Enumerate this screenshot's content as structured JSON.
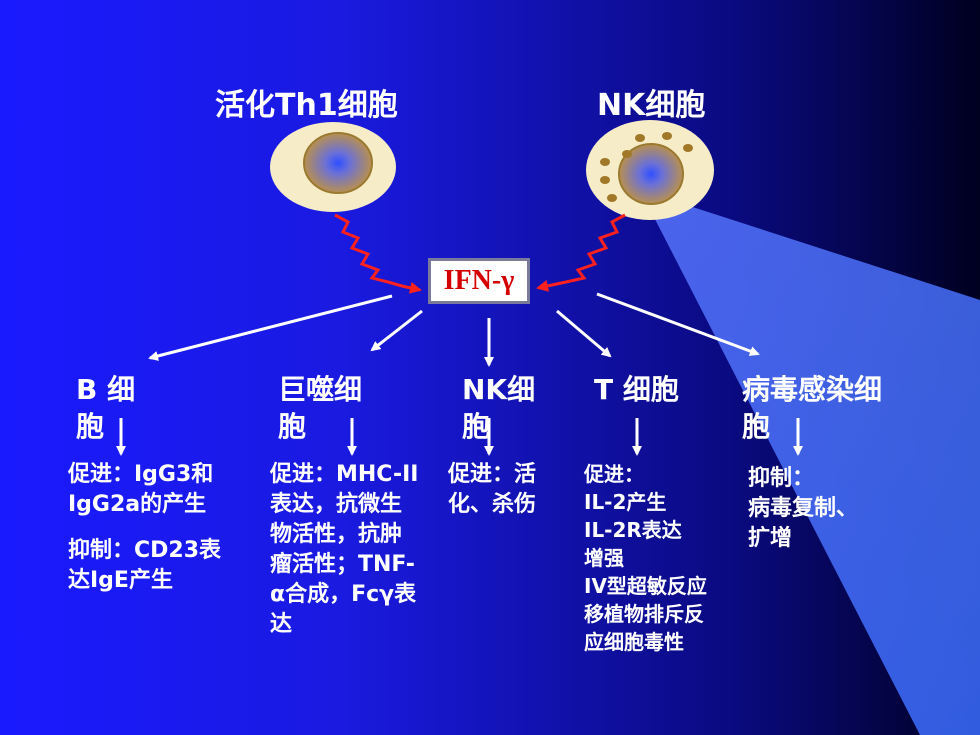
{
  "sources": [
    {
      "label": "活化Th1细胞"
    },
    {
      "label": "NK细胞"
    }
  ],
  "center": {
    "label": "IFN-γ"
  },
  "targets": [
    {
      "label_line1": "B 细",
      "label_line2": "胞",
      "effect_lines": [
        "促进：IgG3和",
        "IgG2a的产生"
      ],
      "effect2_lines": [
        "抑制：CD23表",
        "达IgE产生"
      ]
    },
    {
      "label_line1": "巨噬细",
      "label_line2": "胞",
      "effect_lines": [
        "促进：MHC-II",
        "表达，抗微生",
        "物活性，抗肿",
        "瘤活性；TNF-",
        "α合成，Fcγ表",
        "达"
      ]
    },
    {
      "label_line1": "NK细",
      "label_line2": "胞",
      "effect_lines": [
        "促进：活",
        "化、杀伤"
      ]
    },
    {
      "label_line1": "T 细胞",
      "label_line2": "",
      "effect_lines": [
        "促进：",
        "IL-2产生",
        "IL-2R表达",
        "增强",
        "IV型超敏反应",
        "移植物排斥反",
        "应细胞毒性"
      ]
    },
    {
      "label_line1": "病毒感染细",
      "label_line2": "胞",
      "effect_lines": [
        "抑制：",
        "病毒复制、",
        "扩增"
      ]
    }
  ],
  "colors": {
    "accent_red": "#d40000",
    "zigzag": "#ff2020",
    "arrow": "#ffffff"
  }
}
